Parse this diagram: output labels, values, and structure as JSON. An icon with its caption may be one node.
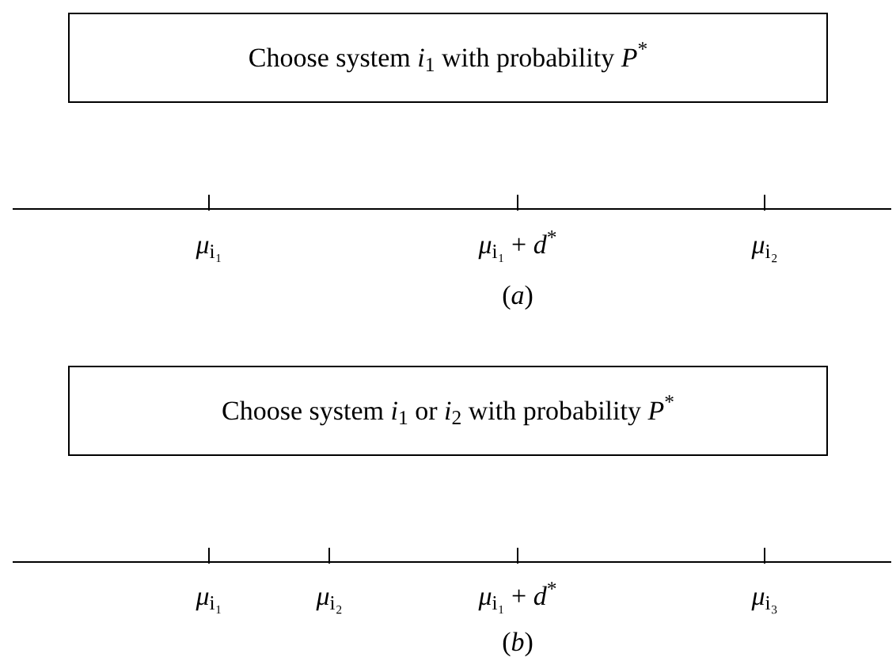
{
  "diagram": {
    "nodes": [
      {
        "text": [
          "Choose system *i*$_{1}$ with probability *P*$^{*}$"
        ]
      },
      {
        "text": [
          "Choose system *i*$_{1}$ or *i*$_{2}$ with probability *P*$^{*}$"
        ]
      }
    ],
    "edges": [],
    "labels": [
      "*μ*$_{i₁}$",
      "*μ*$_{i₁}$ + *d*$^{*}$",
      "*μ*$_{i₂}$",
      "(*a*)",
      "*μ*$_{i₁}$",
      "*μ*$_{i₂}$",
      "*μ*$_{i₁}$ + *d*$^{*}$",
      "*μ*$_{i₃}$",
      "(*b*)"
    ]
  }
}
